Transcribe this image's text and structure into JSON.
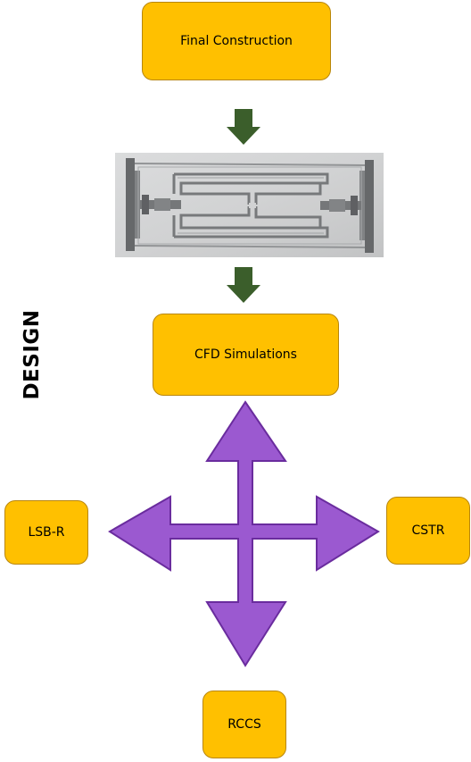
{
  "diagram": {
    "side_label": "DESIGN",
    "boxes": {
      "final": "Final Construction",
      "cfd": "CFD Simulations",
      "lsbr": "LSB-R",
      "cstr": "CSTR",
      "rccs": "RCCS"
    },
    "colors": {
      "box_fill": "#ffc000",
      "box_border": "#b8860b",
      "down_arrow": "#3b5e2b",
      "cross_arrow": "#9b59d0",
      "cross_arrow_border": "#6a2c9e"
    },
    "image": {
      "description_icon": "reactor-photo"
    }
  }
}
